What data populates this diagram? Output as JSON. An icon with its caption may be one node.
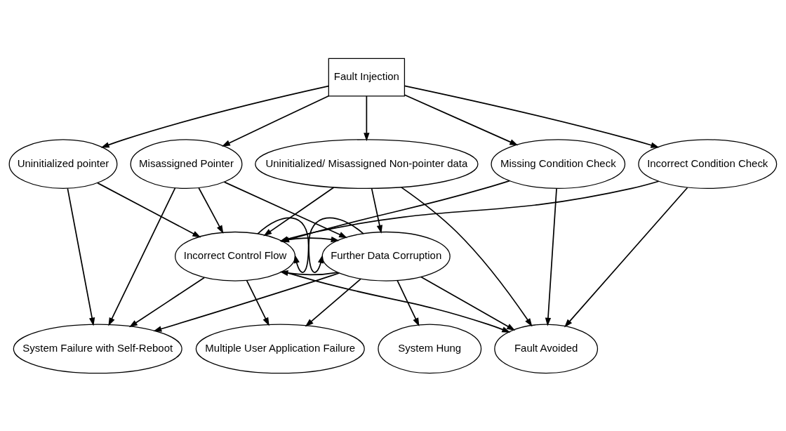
{
  "diagram": {
    "nodes": [
      {
        "text": [
          "Fault Injection"
        ]
      },
      {
        "text": [
          "Uninitialized pointer"
        ]
      },
      {
        "text": [
          "Misassigned Pointer"
        ]
      },
      {
        "text": [
          "Missing Condition Check"
        ]
      },
      {
        "text": [
          "Incorrect Condition Check"
        ]
      },
      {
        "text": [
          "Uninitialized/ Misassigned Non-pointer data"
        ]
      },
      {
        "text": [
          "Further Data Corruption"
        ]
      },
      {
        "text": [
          "Incorrect Control Flow"
        ]
      },
      {
        "text": [
          "System Failure with Self-Reboot"
        ]
      },
      {
        "text": [
          "System Hung"
        ]
      },
      {
        "text": [
          "Multiple User Application Failure"
        ]
      },
      {
        "text": [
          "Fault Avoided"
        ]
      }
    ],
    "edges": [
      {
        "from": 0,
        "to": 1,
        "arrow": "to"
      },
      {
        "from": 0,
        "to": 2,
        "arrow": "to"
      },
      {
        "from": 0,
        "to": 3,
        "arrow": "to"
      },
      {
        "from": 0,
        "to": 4,
        "arrow": "to"
      },
      {
        "from": 0,
        "to": 5,
        "arrow": "to"
      },
      {
        "from": 1,
        "to": 8,
        "arrow": "to"
      },
      {
        "from": 1,
        "to": 7,
        "arrow": "to"
      },
      {
        "from": 2,
        "to": 8,
        "arrow": "to"
      },
      {
        "from": 2,
        "to": 6,
        "arrow": "to"
      },
      {
        "from": 2,
        "to": 7,
        "arrow": "to"
      },
      {
        "from": 3,
        "to": 7,
        "arrow": "to"
      },
      {
        "from": 3,
        "to": 11,
        "arrow": "to"
      },
      {
        "from": 4,
        "to": 7,
        "arrow": "to"
      },
      {
        "from": 4,
        "to": 11,
        "arrow": "to"
      },
      {
        "from": 5,
        "to": 6,
        "arrow": "to"
      },
      {
        "from": 5,
        "to": 7,
        "arrow": "to"
      },
      {
        "from": 5,
        "to": 11,
        "arrow": "to"
      },
      {
        "from": 6,
        "to": 6,
        "arrow": "to"
      },
      {
        "from": 7,
        "to": 7,
        "arrow": "to"
      },
      {
        "from": 6,
        "to": 7,
        "arrow": "to"
      },
      {
        "from": 7,
        "to": 6,
        "arrow": "to"
      },
      {
        "from": 6,
        "to": 8,
        "arrow": "to"
      },
      {
        "from": 6,
        "to": 9,
        "arrow": "to"
      },
      {
        "from": 6,
        "to": 10,
        "arrow": "to"
      },
      {
        "from": 6,
        "to": 11,
        "arrow": "to"
      },
      {
        "from": 7,
        "to": 8,
        "arrow": "to"
      },
      {
        "from": 7,
        "to": 10,
        "arrow": "to"
      },
      {
        "from": 7,
        "to": 11,
        "arrow": "to"
      }
    ]
  }
}
